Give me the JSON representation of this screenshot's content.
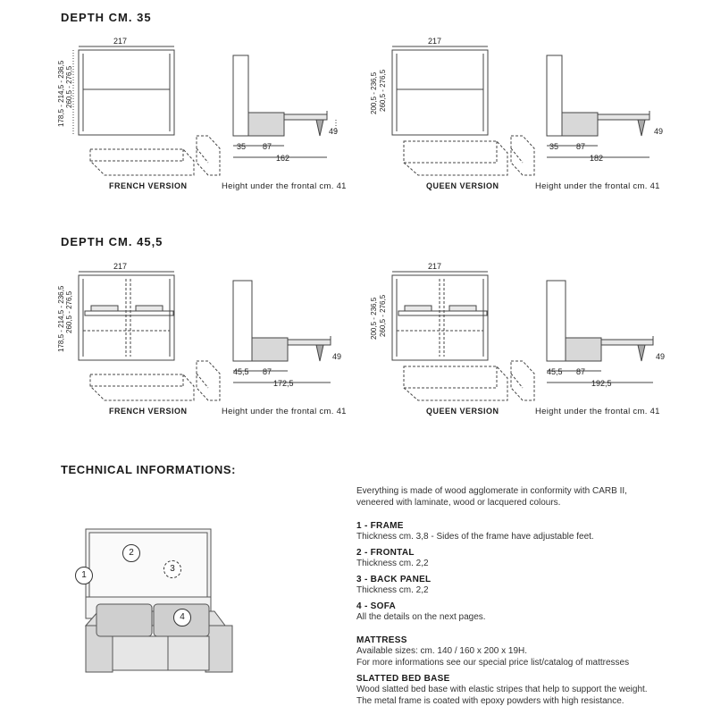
{
  "depth35": {
    "title": "DEPTH CM. 35",
    "french": {
      "width": "217",
      "heights_v": "178,5 - 214,5 - 236,5",
      "heights_v2": "260,5 - 276,5",
      "side_a": "35",
      "side_b": "87",
      "side_total": "162",
      "side_h": "49",
      "label": "FRENCH VERSION",
      "note": "Height under the frontal cm. 41"
    },
    "queen": {
      "width": "217",
      "heights_v": "200,5 - 236,5",
      "heights_v2": "260,5 - 276,5",
      "side_a": "35",
      "side_b": "87",
      "side_total": "182",
      "side_h": "49",
      "label": "QUEEN VERSION",
      "note": "Height under the frontal cm. 41"
    }
  },
  "depth455": {
    "title": "DEPTH CM. 45,5",
    "french": {
      "width": "217",
      "heights_v": "178,5 - 214,5 - 236,5",
      "heights_v2": "260,5 - 276,5",
      "side_a": "45,5",
      "side_b": "87",
      "side_total": "172,5",
      "side_h": "49",
      "label": "FRENCH VERSION",
      "note": "Height under the frontal cm. 41"
    },
    "queen": {
      "width": "217",
      "heights_v": "200,5 - 236,5",
      "heights_v2": "260,5 - 276,5",
      "side_a": "45,5",
      "side_b": "87",
      "side_total": "192,5",
      "side_h": "49",
      "label": "QUEEN VERSION",
      "note": "Height under the frontal cm. 41"
    }
  },
  "tech": {
    "title": "TECHNICAL INFORMATIONS:",
    "intro_1": "Everything is made of wood agglomerate in conformity with CARB II,",
    "intro_2": "veneered with laminate, wood or lacquered colours.",
    "items": [
      {
        "head": "1 - FRAME",
        "body": "Thickness cm. 3,8 - Sides of the frame have adjustable feet."
      },
      {
        "head": "2 - FRONTAL",
        "body": "Thickness cm. 2,2"
      },
      {
        "head": "3 - BACK PANEL",
        "body": "Thickness cm. 2,2"
      },
      {
        "head": "4 - SOFA",
        "body": "All the details on the next pages."
      }
    ],
    "mattress_head": "MATTRESS",
    "mattress_1": "Available sizes: cm. 140 / 160 x 200 x 19H.",
    "mattress_2": "For more informations see our special price list/catalog of mattresses",
    "slats_head": "SLATTED BED BASE",
    "slats_1": "Wood slatted bed base with elastic stripes that help to support the weight.",
    "slats_2": "The metal frame is coated with epoxy powders with high resistance.",
    "callouts": [
      "1",
      "2",
      "3",
      "4"
    ]
  }
}
